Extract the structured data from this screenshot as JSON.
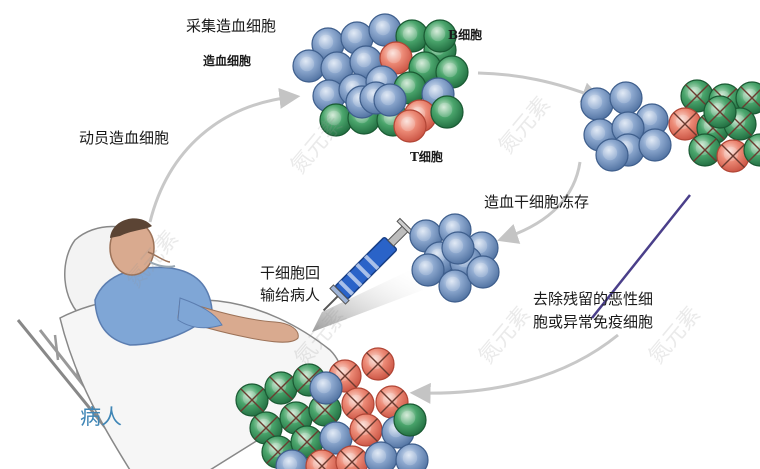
{
  "labels": {
    "collect": "采集造血细胞",
    "hsc_pointer": "造血细胞",
    "b_cell": "B细胞",
    "t_cell": "T细胞",
    "mobilize": "动员造血细胞",
    "cryo": "造血干细胞冻存",
    "reinfuse_line1": "干细胞回",
    "reinfuse_line2": "输给病人",
    "remove_line1": "去除残留的恶性细",
    "remove_line2": "胞或异常免疫细胞",
    "patient": "病人"
  },
  "watermark": "氮元素",
  "colors": {
    "stem_cell": "#6b8fbf",
    "b_cell_green": "#3f9a63",
    "t_cell_red": "#e07a68",
    "arrow_gray": "#c4c4c4",
    "syringe_blue": "#2a63c8",
    "line_purple": "#4a3f8a",
    "patient_label": "#3f86b6"
  }
}
